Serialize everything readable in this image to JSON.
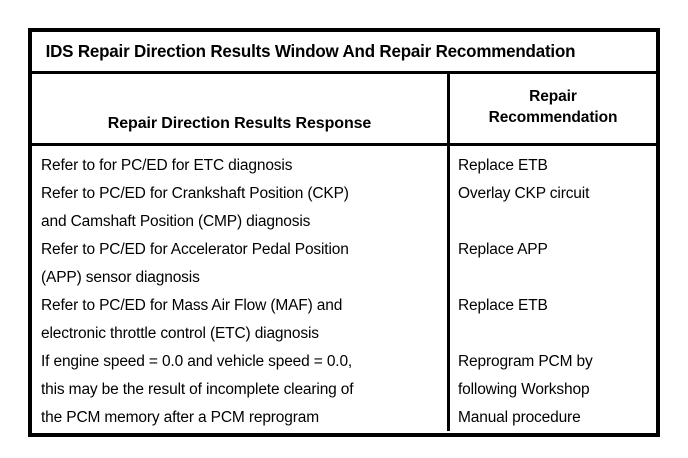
{
  "document": {
    "title": "IDS Repair Direction Results Window And Repair Recommendation"
  },
  "table": {
    "headers": {
      "left": "Repair Direction Results Response",
      "right_line1": "Repair",
      "right_line2": "Recommendation"
    },
    "rows": [
      {
        "response_lines": [
          "Refer to for PC/ED for ETC diagnosis"
        ],
        "recommendation_lines": [
          "Replace ETB"
        ]
      },
      {
        "response_lines": [
          "Refer to PC/ED for Crankshaft Position (CKP)",
          "and Camshaft Position (CMP) diagnosis"
        ],
        "recommendation_lines": [
          "Overlay CKP circuit"
        ]
      },
      {
        "response_lines": [
          "Refer to PC/ED for Accelerator Pedal Position",
          "(APP) sensor diagnosis"
        ],
        "recommendation_lines": [
          "Replace APP"
        ]
      },
      {
        "response_lines": [
          "Refer to PC/ED for Mass Air Flow (MAF) and",
          "electronic throttle control (ETC) diagnosis"
        ],
        "recommendation_lines": [
          "Replace ETB"
        ]
      },
      {
        "response_lines": [
          "If engine speed = 0.0 and vehicle speed = 0.0,",
          "this may be the result of incomplete clearing of",
          "the PCM memory after a PCM reprogram"
        ],
        "recommendation_lines": [
          "Reprogram PCM by",
          "following Workshop",
          "Manual procedure"
        ]
      }
    ],
    "left_column_lines": [
      "Refer to for PC/ED for ETC diagnosis",
      "Refer to PC/ED for Crankshaft Position (CKP)",
      "and Camshaft Position (CMP) diagnosis",
      "Refer to PC/ED for Accelerator Pedal Position",
      "(APP) sensor diagnosis",
      "Refer to PC/ED for Mass Air Flow (MAF) and",
      "electronic throttle control (ETC) diagnosis",
      "If engine speed = 0.0 and vehicle speed = 0.0,",
      "this may be the result of incomplete clearing of",
      "the PCM memory after a PCM reprogram"
    ],
    "right_column_lines": [
      "Replace ETB",
      "Overlay CKP circuit",
      "",
      "Replace APP",
      "",
      "Replace ETB",
      "",
      "Reprogram PCM by",
      "following Workshop",
      "Manual procedure"
    ]
  },
  "colors": {
    "background": "#ffffff",
    "ink": "#000000"
  }
}
